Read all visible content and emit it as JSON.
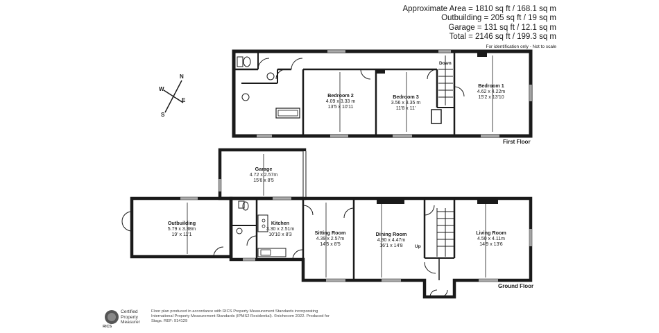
{
  "areas": {
    "approx": "Approximate Area = 1810 sq ft / 168.1 sq m",
    "outbuilding": "Outbuilding = 205 sq ft / 19 sq m",
    "garage": "Garage = 131 sq ft / 12.1 sq m",
    "total": "Total = 2146 sq ft / 199.3 sq m",
    "note": "For identification only - Not to scale"
  },
  "floors": {
    "first": "First Floor",
    "ground": "Ground Floor"
  },
  "compass": {
    "n": "N",
    "e": "E",
    "s": "S",
    "w": "W"
  },
  "stairs": {
    "down": "Down",
    "up": "Up"
  },
  "rooms": {
    "bedroom2": {
      "name": "Bedroom 2",
      "metric": "4.09 x 3.33 m",
      "imperial": "13'5 x 10'11"
    },
    "bedroom3": {
      "name": "Bedroom 3",
      "metric": "3.56 x 3.35 m",
      "imperial": "11'8 x 11'"
    },
    "bedroom1": {
      "name": "Bedroom 1",
      "metric": "4.62 x 4.22m",
      "imperial": "15'2 x 13'10"
    },
    "garage": {
      "name": "Garage",
      "metric": "4.72 x 2.57m",
      "imperial": "15'6 x 8'5"
    },
    "outbuilding": {
      "name": "Outbuilding",
      "metric": "5.79 x 3.38m",
      "imperial": "19' x 11'1"
    },
    "kitchen": {
      "name": "Kitchen",
      "metric": "3.30 x 2.51m",
      "imperial": "10'10 x 8'3"
    },
    "sitting": {
      "name": "Sitting Room",
      "metric": "4.39 x 2.57m",
      "imperial": "14'5 x 8'5"
    },
    "dining": {
      "name": "Dining Room",
      "metric": "4.90 x 4.47m",
      "imperial": "16'1 x 14'8"
    },
    "living": {
      "name": "Living Room",
      "metric": "4.50 x 4.11m",
      "imperial": "14'9 x 13'6"
    }
  },
  "footer": {
    "cert": "Certified Property Measurer",
    "rics": "RICS",
    "disclaimer": "Floor plan produced in accordance with RICS Property Measurement Standards incorporating International Property Measurement Standards (IPMS2 Residential). ©nichecom 2022. Produced for Stags. REF: 914129"
  },
  "colors": {
    "wall": "#1a1a1a",
    "window": "#ffffff"
  }
}
